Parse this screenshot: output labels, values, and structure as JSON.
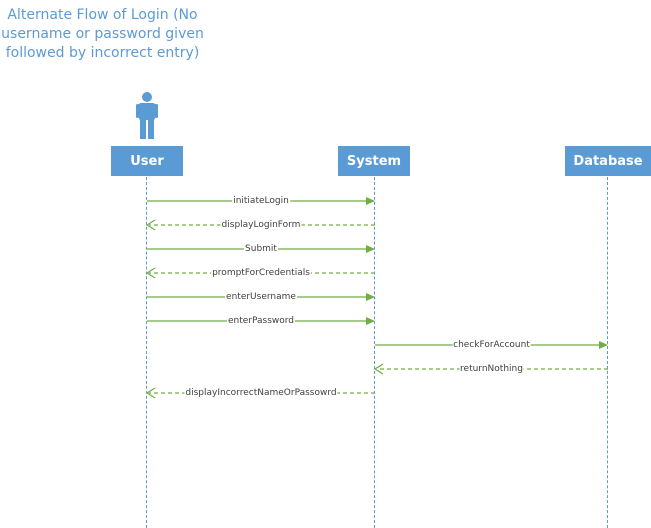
{
  "title": {
    "lines": [
      "Alternate Flow of Login (No",
      "username or password given",
      "followed by incorrect entry)"
    ]
  },
  "participants": [
    {
      "id": "user",
      "label": "User",
      "has_stick_figure": true
    },
    {
      "id": "system",
      "label": "System"
    },
    {
      "id": "database",
      "label": "Database"
    }
  ],
  "messages": [
    {
      "from": "user",
      "to": "system",
      "label": "initiateLogin",
      "style": "solid"
    },
    {
      "from": "system",
      "to": "user",
      "label": "displayLoginForm",
      "style": "dashed"
    },
    {
      "from": "user",
      "to": "system",
      "label": "Submit",
      "style": "solid"
    },
    {
      "from": "system",
      "to": "user",
      "label": "promptForCredentials",
      "style": "dashed"
    },
    {
      "from": "user",
      "to": "system",
      "label": "enterUsername",
      "style": "solid"
    },
    {
      "from": "user",
      "to": "system",
      "label": "enterPassword",
      "style": "solid"
    },
    {
      "from": "system",
      "to": "database",
      "label": "checkForAccount",
      "style": "solid"
    },
    {
      "from": "database",
      "to": "system",
      "label": "returnNothing",
      "style": "dashed"
    },
    {
      "from": "system",
      "to": "user",
      "label": "displayIncorrectNameOrPassowrd",
      "style": "dashed"
    }
  ],
  "colors": {
    "participant_fill": "#5b9bd5",
    "lifeline": "#5b9bd5",
    "message_arrow": "#70ad47",
    "title_text": "#5b9bd5"
  }
}
